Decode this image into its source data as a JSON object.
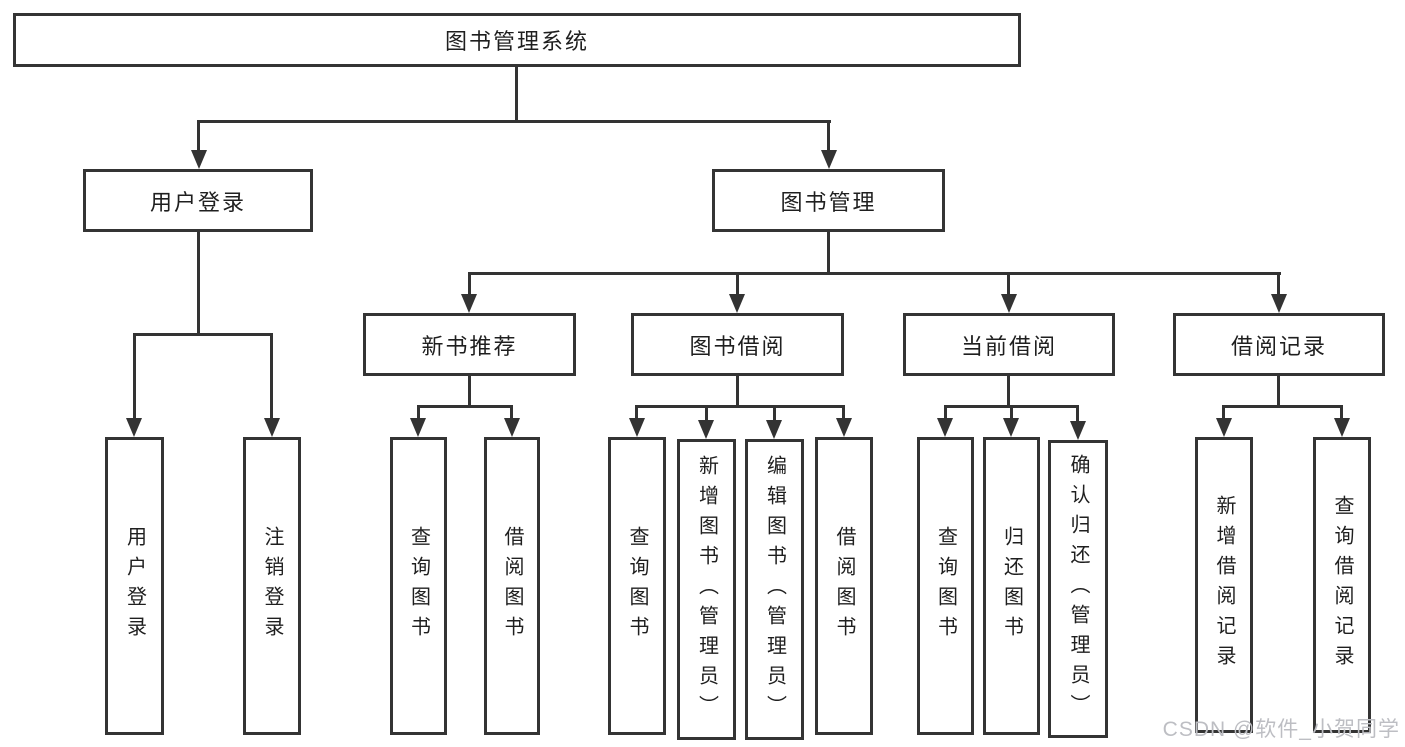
{
  "tree": {
    "root": {
      "label": "图书管理系统",
      "children": [
        {
          "label": "用户登录",
          "children": [
            {
              "label": "用户登录"
            },
            {
              "label": "注销登录"
            }
          ]
        },
        {
          "label": "图书管理",
          "children": [
            {
              "label": "新书推荐",
              "children": [
                {
                  "label": "查询图书"
                },
                {
                  "label": "借阅图书"
                }
              ]
            },
            {
              "label": "图书借阅",
              "children": [
                {
                  "label": "查询图书"
                },
                {
                  "label": "新增图书（管理员）"
                },
                {
                  "label": "编辑图书（管理员）"
                },
                {
                  "label": "借阅图书"
                }
              ]
            },
            {
              "label": "当前借阅",
              "children": [
                {
                  "label": "查询图书"
                },
                {
                  "label": "归还图书"
                },
                {
                  "label": "确认归还（管理员）"
                }
              ]
            },
            {
              "label": "借阅记录",
              "children": [
                {
                  "label": "新增借阅记录"
                },
                {
                  "label": "查询借阅记录"
                }
              ]
            }
          ]
        }
      ]
    }
  },
  "watermark": {
    "text": "CSDN @软件_小贺同学"
  },
  "colors": {
    "line": "#333333",
    "box_border": "#343434",
    "text": "#1f1f1f",
    "background": "#ffffff",
    "watermark": "#bdbec3"
  }
}
